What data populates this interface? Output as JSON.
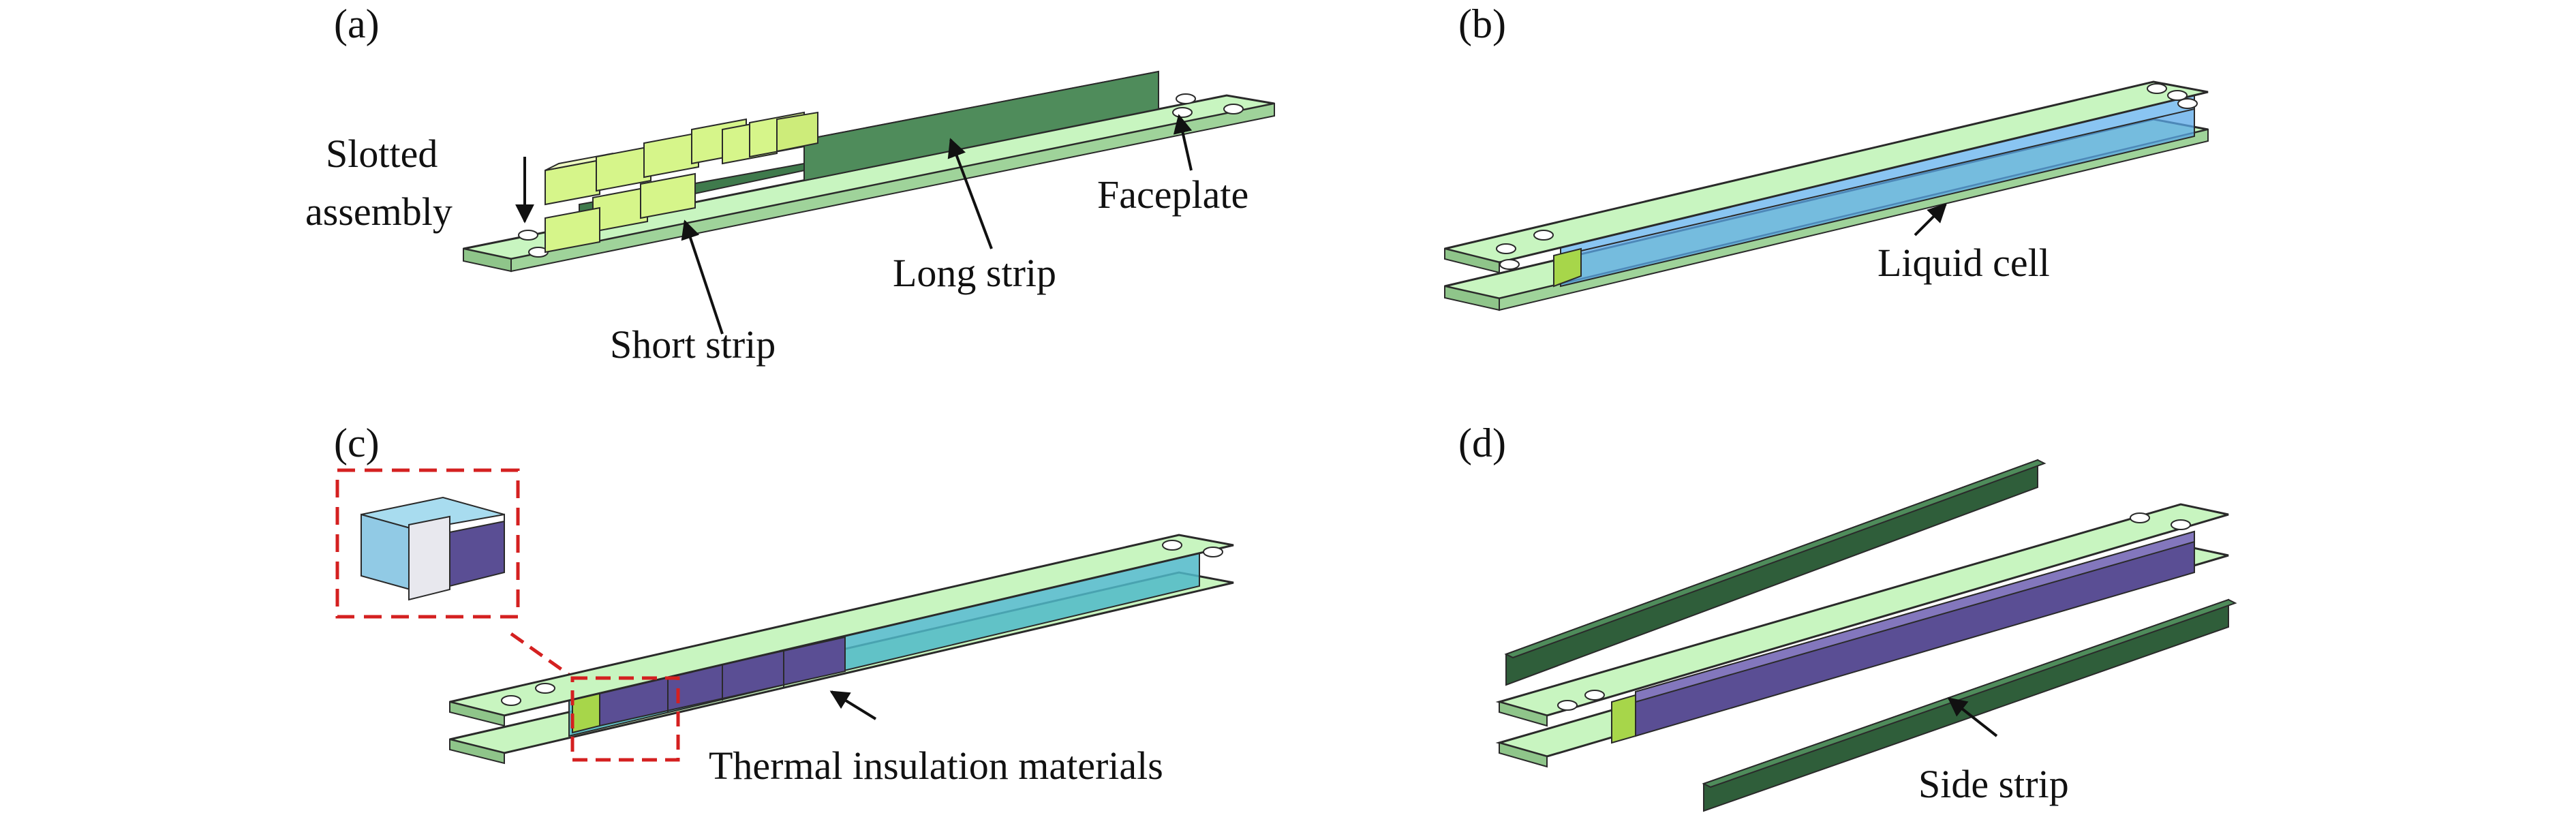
{
  "figure": {
    "panels": {
      "a": {
        "label": "(a)",
        "annotations": {
          "slotted_line1": "Slotted",
          "slotted_line2": "assembly",
          "short_strip": "Short strip",
          "long_strip": "Long strip",
          "faceplate": "Faceplate"
        }
      },
      "b": {
        "label": "(b)",
        "annotations": {
          "liquid_cell": "Liquid cell"
        }
      },
      "c": {
        "label": "(c)",
        "annotations": {
          "thermal_insulation": "Thermal insulation materials"
        }
      },
      "d": {
        "label": "(d)",
        "annotations": {
          "side_strip": "Side strip"
        }
      }
    },
    "colors": {
      "faceplate": "#c8f5c0",
      "long_strip": "#3f7a4c",
      "short_strip": "#d6f58a",
      "liquid_cell": "#5aa8e8",
      "insulation": "#5a4e94",
      "side_strip": "#2f5e3a",
      "callout_box": "#d42020"
    }
  }
}
